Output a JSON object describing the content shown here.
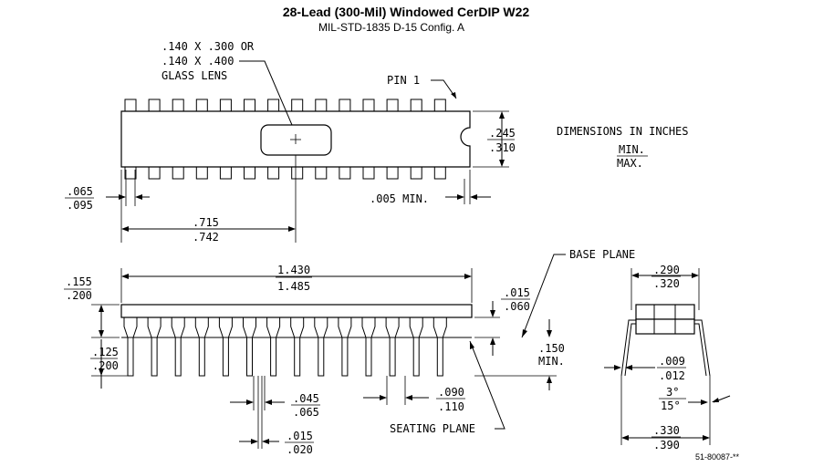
{
  "title": "28-Lead (300-Mil) Windowed CerDIP W22",
  "subtitle": "MIL-STD-1835  D-15 Config. A",
  "labels": {
    "lens_line1": ".140  X  .300  OR",
    "lens_line2": ".140  X  .400",
    "lens_line3": "GLASS  LENS",
    "pin1": "PIN  1",
    "dim_units": "DIMENSIONS  IN  INCHES",
    "min_label": "MIN.",
    "max_label": "MAX.",
    "base_plane": "BASE  PLANE",
    "seating_plane": "SEATING  PLANE",
    "drawing_number": "51-80087-**"
  },
  "dimensions": {
    "body_width_min": ".245",
    "body_width_max": ".310",
    "end_lead_min": ".065",
    "end_lead_max": ".095",
    "lead_spacing_min": ".005  MIN.",
    "window_pos_min": ".715",
    "window_pos_max": ".742",
    "length_min": "1.430",
    "length_max": "1.485",
    "height_min": ".155",
    "height_max": ".200",
    "standoff_min": ".015",
    "standoff_max": ".060",
    "lead_len_min": ".125",
    "lead_len_max": ".200",
    "seat_min_value": ".150",
    "seat_min_label": "MIN.",
    "shoulder_min": ".045",
    "shoulder_max": ".065",
    "pitch_min": ".090",
    "pitch_max": ".110",
    "lead_width_min": ".015",
    "lead_width_max": ".020",
    "row_spacing_min": ".290",
    "row_spacing_max": ".320",
    "lead_thick_min": ".009",
    "lead_thick_max": ".012",
    "angle_min": "3°",
    "angle_max": "15°",
    "span_min": ".330",
    "span_max": ".390"
  },
  "pin_count": 28
}
